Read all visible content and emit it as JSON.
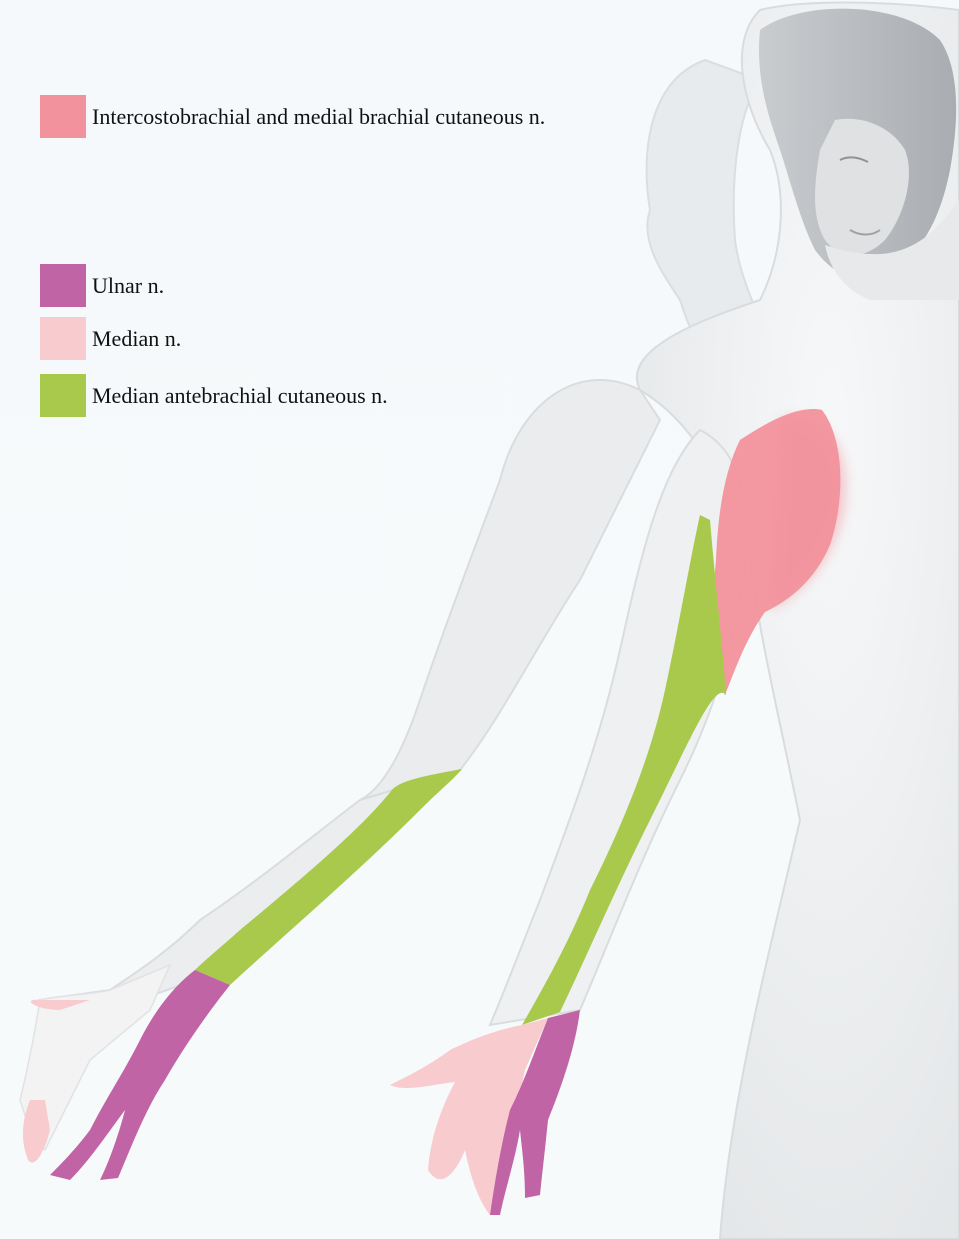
{
  "legend": {
    "items": [
      {
        "label": "Intercostobrachial and medial brachial cutaneous n.",
        "color": "#f2929c"
      },
      {
        "label": "Ulnar n.",
        "color": "#c164a6"
      },
      {
        "label": "Median n.",
        "color": "#f8cccf"
      },
      {
        "label": "Median antebrachial cutaneous n.",
        "color": "#a8c94c"
      }
    ]
  },
  "colors": {
    "skin": "#eceeef",
    "skin_shadow": "#d5d9dc",
    "background": "#f6f9fb"
  }
}
